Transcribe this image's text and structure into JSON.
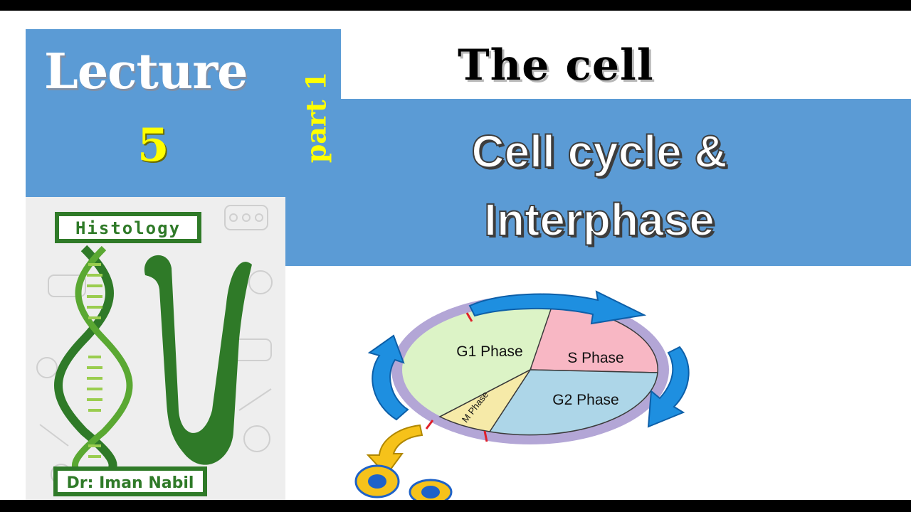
{
  "header": {
    "lecture_word": "Lecture",
    "lecture_number": "5",
    "part_label": "part 1",
    "title": "The cell",
    "subtitle_lines": [
      "Cell cycle &",
      "Interphase"
    ]
  },
  "logo": {
    "title": "Histology",
    "author": "Dr: Iman Nabil"
  },
  "cycle_diagram": {
    "phases": {
      "g1": "G1  Phase",
      "s": "S  Phase",
      "g2": "G2  Phase",
      "m": "M Phase"
    }
  },
  "colors": {
    "banner_blue": "#5b9bd5",
    "lecture_number": "#ffff00",
    "logo_green": "#2f7a28",
    "g1": "#dcf3c6",
    "s": "#f8b7c4",
    "g2": "#add6e8",
    "m": "#f6eaa8",
    "cycle_ring": "#b3a6d6",
    "arrow_blue": "#1e8fe0"
  }
}
